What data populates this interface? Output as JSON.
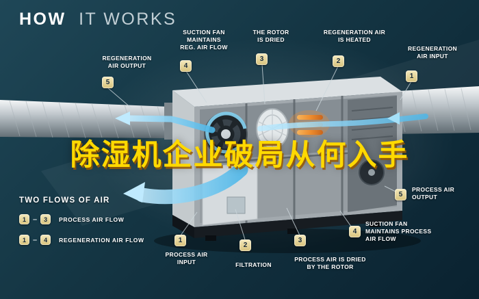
{
  "header": {
    "title_bold": "HOW",
    "title_light": "IT WORKS"
  },
  "overlay": {
    "headline": "除湿机企业破局从何入手"
  },
  "regeneration_callouts": [
    {
      "num": "1",
      "label": "REGENERATION\nAIR INPUT"
    },
    {
      "num": "2",
      "label": "REGENERATION AIR\nIS HEATED"
    },
    {
      "num": "3",
      "label": "THE ROTOR\nIS DRIED"
    },
    {
      "num": "4",
      "label": "SUCTION FAN\nMAINTAINS\nREG. AIR FLOW"
    },
    {
      "num": "5",
      "label": "REGENERATION\nAIR OUTPUT"
    }
  ],
  "process_callouts": [
    {
      "num": "1",
      "label": "PROCESS AIR\nINPUT"
    },
    {
      "num": "2",
      "label": "FILTRATION"
    },
    {
      "num": "3",
      "label": "PROCESS AIR IS DRIED\nBY THE ROTOR"
    },
    {
      "num": "4",
      "label": "SUCTION FAN\nMAINTAINS PROCESS\nAIR FLOW"
    },
    {
      "num": "5",
      "label": "PROCESS AIR\nOUTPUT"
    }
  ],
  "legend": {
    "heading": "TWO FLOWS OF AIR",
    "rows": [
      {
        "start": "1",
        "dash": "–",
        "end": "3",
        "label": "PROCESS AIR FLOW"
      },
      {
        "start": "1",
        "dash": "–",
        "end": "4",
        "label": "REGENERATION AIR FLOW"
      }
    ]
  },
  "colors": {
    "background": "#143543",
    "flow_blue": "#7fd2f2",
    "badge_fill": "#e9d9a2",
    "headline_yellow": "#ffd900",
    "heater_orange": "#ef8e2e"
  }
}
